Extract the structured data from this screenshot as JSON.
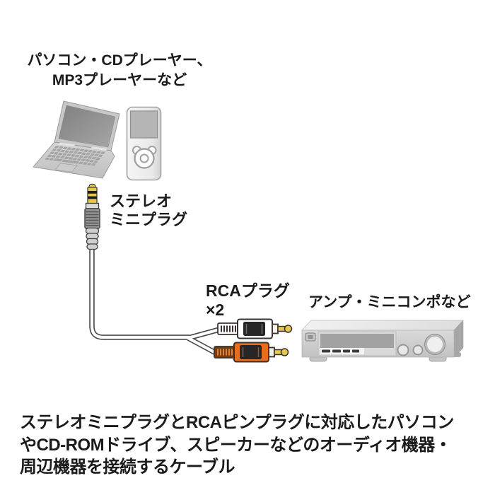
{
  "labels": {
    "source_devices": {
      "line1": "パソコン・CDプレーヤー、",
      "line2": "MP3プレーヤーなど"
    },
    "mini_plug": {
      "line1": "ステレオ",
      "line2": "ミニプラグ"
    },
    "rca_plug": {
      "line1": "RCAプラグ",
      "line2": "×2"
    },
    "target_devices": "アンプ・ミニコンポなど"
  },
  "description": {
    "lines": {
      "0": "ステレオミニプラグとRCAピンプラグに対応したパソコン",
      "1": "やCD-ROMドライブ、スピーカーなどのオーディオ機器・",
      "2": "周辺機器を接続するケーブル"
    }
  },
  "illustrations": {
    "laptop": "laptop",
    "mp3_player": "mp3-player",
    "mini_plug": "stereo-mini-plug",
    "cable": "y-split-audio-cable",
    "rca_white": "rca-plug-white",
    "rca_orange": "rca-plug-orange",
    "amplifier": "amplifier-receiver"
  },
  "colors": {
    "rca_white": "#ffffff",
    "rca_orange": "#EA6D1D",
    "rca_relief_orange": "#7C3C10",
    "plug_gold": "#E6C84F",
    "cable_outline": "#4a4a4a",
    "text": "#1b1b1b"
  }
}
